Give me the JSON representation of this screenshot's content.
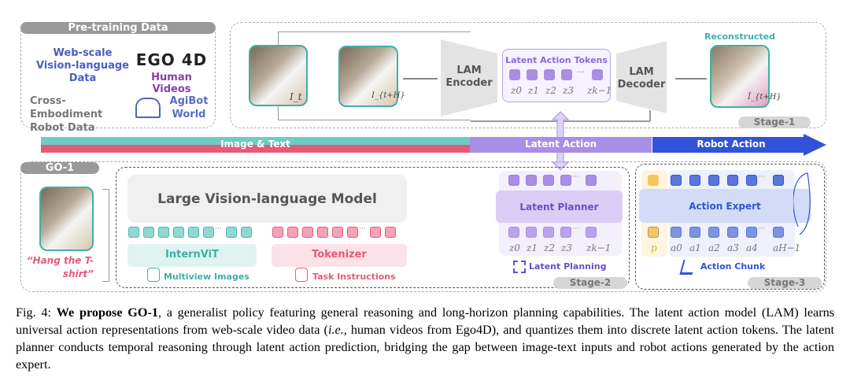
{
  "pretraining": {
    "title": "Pre-training Data",
    "web": "Web-scale Vision-language Data",
    "ego_logo": "EGO 4D",
    "ego": "Human Videos",
    "cross": "Cross-Embodiment Robot Data",
    "agibot": "AgiBot World"
  },
  "stage1": {
    "img_t": "I_t",
    "img_th": "I_{t+H}",
    "encoder": "LAM Encoder",
    "tokens_title": "Latent Action Tokens",
    "z_labels": [
      "z0",
      "z1",
      "z2",
      "z3",
      "zk−1"
    ],
    "decoder": "LAM Decoder",
    "reconstructed": "Reconstructed",
    "img_hat": "Î_{t+H}",
    "stage": "Stage-1"
  },
  "bar": {
    "image_text": "Image & Text",
    "latent_action": "Latent Action",
    "robot_action": "Robot Action"
  },
  "go1": {
    "title": "GO-1",
    "instruction": "“Hang the T-shirt”",
    "lvlm": "Large Vision-language Model",
    "internvit": "InternViT",
    "tokenizer": "Tokenizer",
    "multiview": "Multiview Images",
    "task": "Task Instructions",
    "latent_planner": "Latent Planner",
    "latent_planning": "Latent Planning",
    "stage2": "Stage-2",
    "action_expert": "Action Expert",
    "p": "p",
    "a_labels": [
      "a0",
      "a1",
      "a2",
      "a3",
      "a4",
      "aH−1"
    ],
    "action_chunk": "Action Chunk",
    "stage3": "Stage-3",
    "ellipsis": "···"
  },
  "caption": {
    "fig": "Fig. 4:",
    "bold": "We propose GO-1",
    "text1": ", a generalist policy featuring general reasoning and long-horizon planning capabilities. The latent action model (LAM) learns universal action representations from web-scale video data (",
    "ie": "i.e.,",
    "text2": " human videos from Ego4D), and quantizes them into discrete latent action tokens. The latent planner conducts temporal reasoning through latent action prediction, bridging the gap between image-text inputs and robot actions generated by the action expert."
  },
  "colors": {
    "teal": "#6dcdc3",
    "red": "#e55a78",
    "purple": "#a98ee6",
    "blue": "#3253d9"
  }
}
